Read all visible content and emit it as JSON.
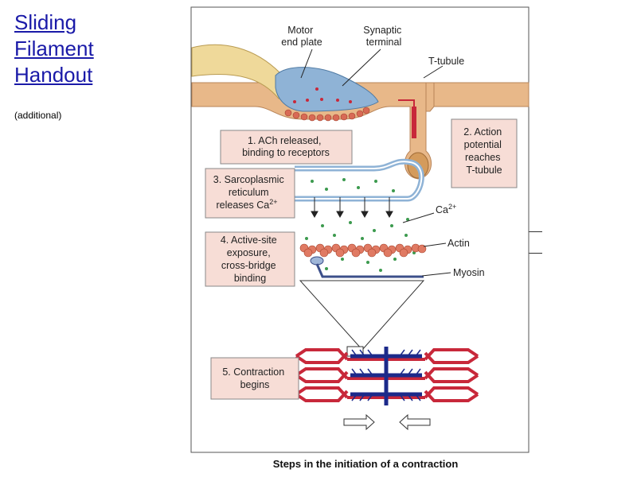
{
  "slide": {
    "title_lines": [
      "Sliding",
      "Filament",
      "Handout"
    ],
    "subtitle": "(additional)"
  },
  "figure": {
    "labels": {
      "motor_end_plate": [
        "Motor",
        "end plate"
      ],
      "synaptic_terminal": [
        "Synaptic",
        "terminal"
      ],
      "t_tubule": "T-tubule",
      "ca": "Ca",
      "ca_sup": "2+",
      "actin": "Actin",
      "myosin": "Myosin"
    },
    "steps": [
      {
        "lines": [
          "1. ACh released,",
          "binding to receptors"
        ]
      },
      {
        "lines": [
          "2. Action",
          "potential",
          "reaches",
          "T-tubule"
        ]
      },
      {
        "lines": [
          "3. Sarcoplasmic",
          "reticulum",
          "releases Ca"
        ],
        "sup": "2+"
      },
      {
        "lines": [
          "4. Active-site",
          "exposure,",
          "cross-bridge",
          "binding"
        ]
      },
      {
        "lines": [
          "5. Contraction",
          "begins"
        ]
      }
    ],
    "caption": "Steps in the initiation of a contraction",
    "colors": {
      "step_box": "#f7ddd6",
      "muscle_fiber": "#e8b889",
      "neuron": "#efd99a",
      "terminal": "#8fb3d6",
      "actin": "#e07a63",
      "myosin": "#1c2a8a",
      "filament_red": "#c8283a",
      "calcium": "#3c9a4e"
    }
  }
}
